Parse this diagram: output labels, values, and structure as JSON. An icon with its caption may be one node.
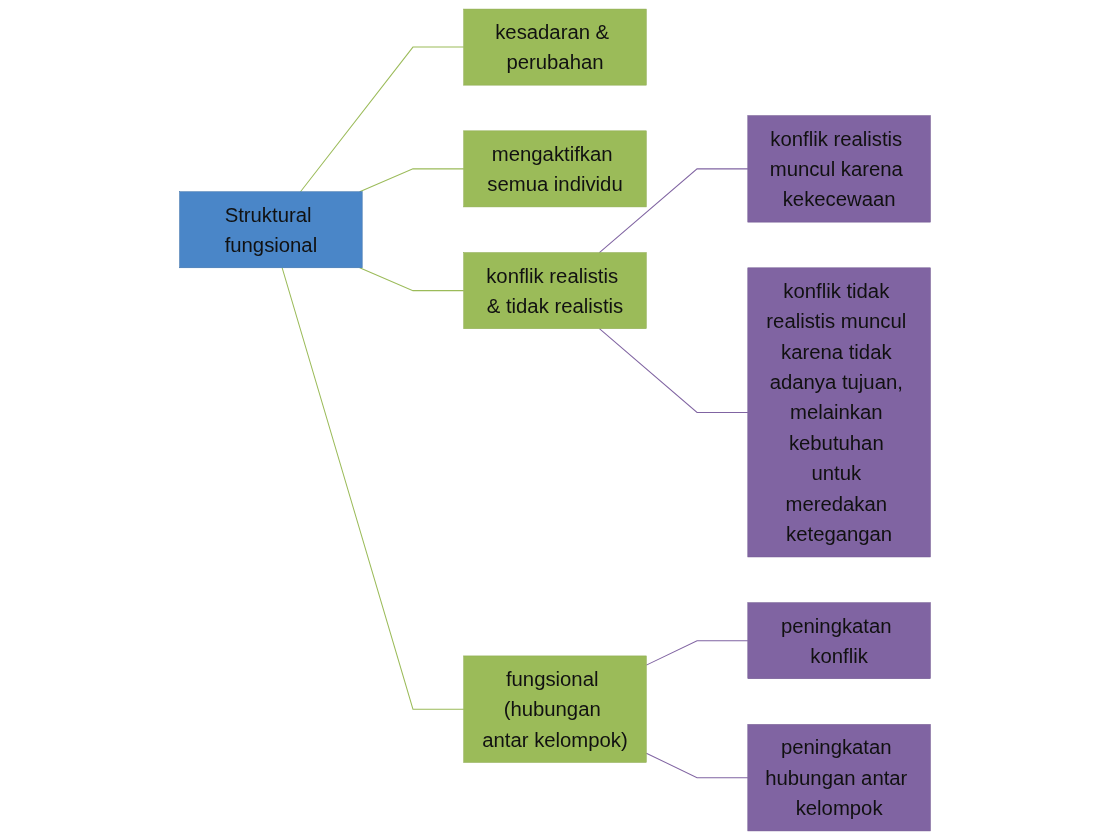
{
  "diagram": {
    "nodes": [
      {
        "text": [
          "Struktural fungsional"
        ]
      },
      {
        "text": [
          "kesadaran & perubahan"
        ]
      },
      {
        "text": [
          "mengaktifkan semua individu"
        ]
      },
      {
        "text": [
          "konflik realistis & tidak realistis"
        ]
      },
      {
        "text": [
          "fungsional (hubungan antar kelompok)"
        ]
      },
      {
        "text": [
          "konflik realistis muncul karena kekecewaan"
        ]
      },
      {
        "text": [
          "konflik tidak realistis muncul karena tidak adanya tujuan, melainkan kebutuhan untuk meredakan ketegangan"
        ]
      },
      {
        "text": [
          "peningkatan konflik"
        ]
      },
      {
        "text": [
          "peningkatan hubungan antar kelompok"
        ]
      }
    ],
    "edges": [
      {
        "from": 0,
        "to": 1,
        "arrow": "none"
      },
      {
        "from": 0,
        "to": 2,
        "arrow": "none"
      },
      {
        "from": 0,
        "to": 3,
        "arrow": "none"
      },
      {
        "from": 0,
        "to": 4,
        "arrow": "none"
      },
      {
        "from": 3,
        "to": 5,
        "arrow": "none",
        "color": "#8064a2"
      },
      {
        "from": 3,
        "to": 6,
        "arrow": "none",
        "color": "#8064a2"
      },
      {
        "from": 4,
        "to": 7,
        "arrow": "none",
        "color": "#8064a2"
      },
      {
        "from": 4,
        "to": 8,
        "arrow": "none",
        "color": "#8064a2"
      }
    ]
  }
}
